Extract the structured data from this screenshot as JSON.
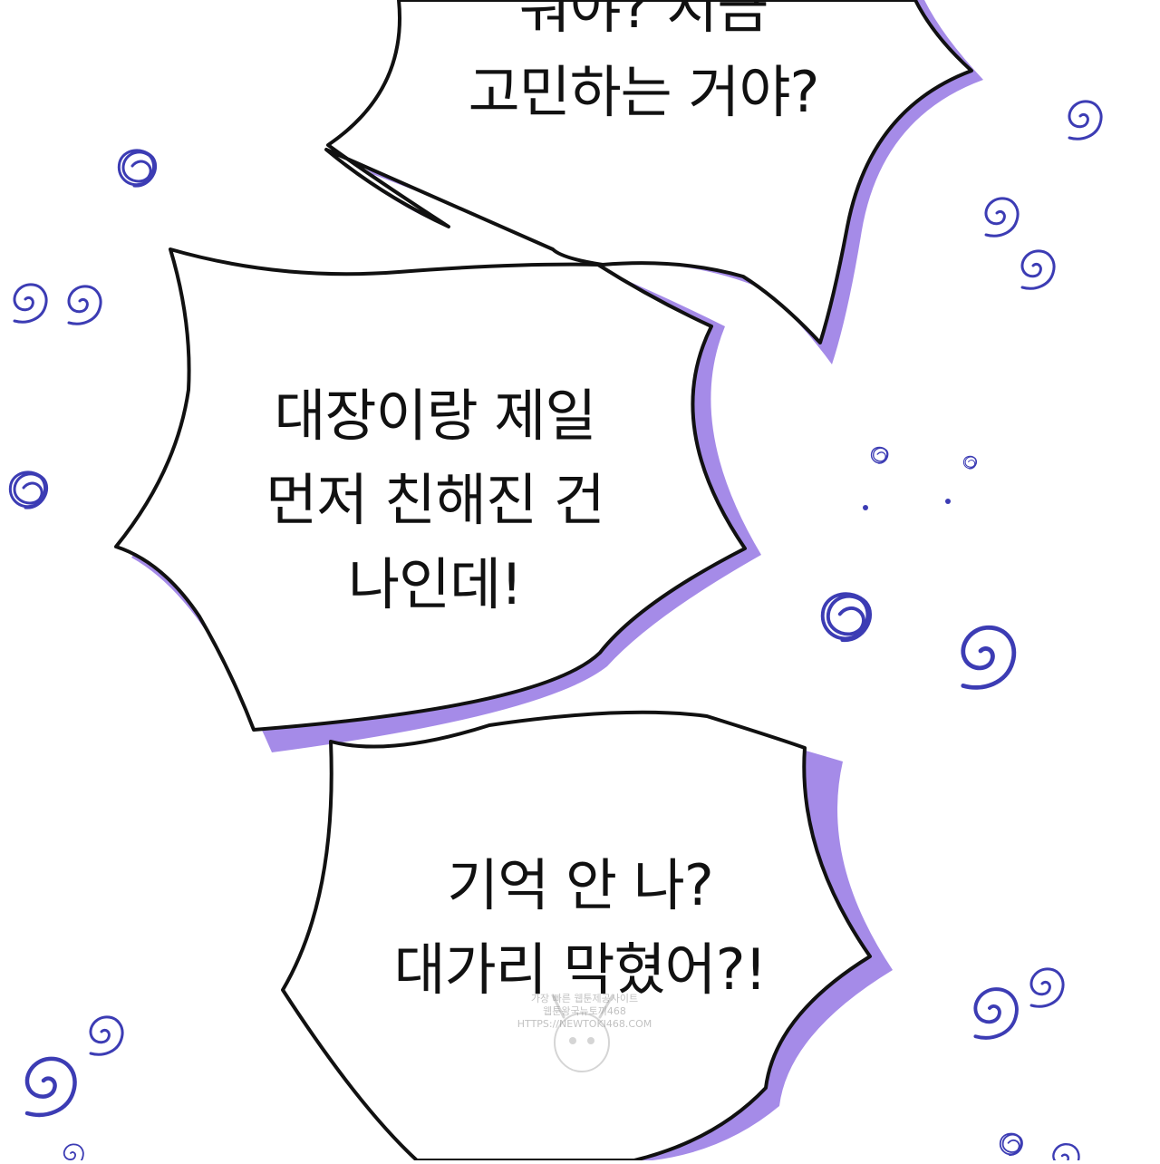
{
  "bubbles": [
    {
      "lines": [
        "뭐야? 지금",
        "고민하는 거야?"
      ]
    },
    {
      "lines": [
        "대장이랑 제일",
        "먼저 친해진 건",
        "나인데!"
      ]
    },
    {
      "lines": [
        "기억 안 나?",
        "대가리 막혔어?!"
      ]
    }
  ],
  "watermark": {
    "lines": [
      "가장 빠른 웹툰제공사이트",
      "웹툰왕국뉴토끼468",
      "HTTPS://NEWTOKI468.COM"
    ]
  },
  "colors": {
    "outline": "#111111",
    "shadow": "#a58be8",
    "swirl": "#3c3cb4",
    "background": "#ffffff"
  },
  "icons": [
    "swirl-doodle-icon",
    "scribble-ball-icon",
    "rabbit-mascot-icon"
  ]
}
